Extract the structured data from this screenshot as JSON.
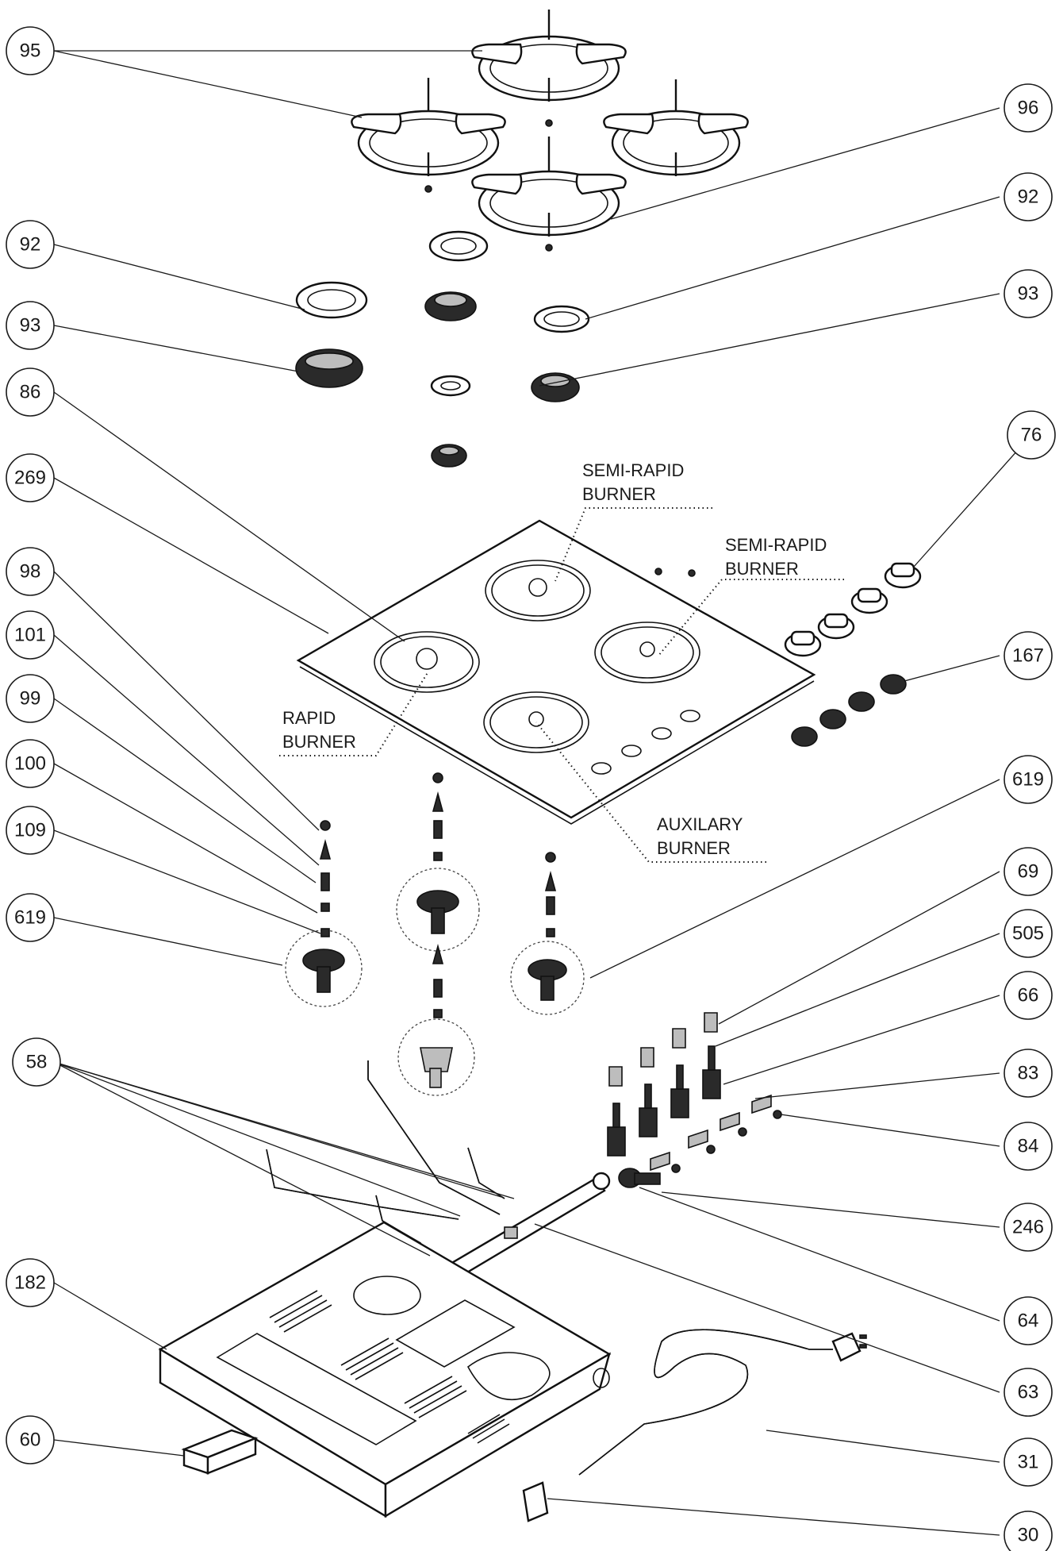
{
  "callouts": [
    {
      "id": "95a",
      "label": "95"
    },
    {
      "id": "96",
      "label": "96"
    },
    {
      "id": "92a",
      "label": "92"
    },
    {
      "id": "92b",
      "label": "92"
    },
    {
      "id": "93a",
      "label": "93"
    },
    {
      "id": "93b",
      "label": "93"
    },
    {
      "id": "86",
      "label": "86"
    },
    {
      "id": "269",
      "label": "269"
    },
    {
      "id": "76",
      "label": "76"
    },
    {
      "id": "98",
      "label": "98"
    },
    {
      "id": "101",
      "label": "101"
    },
    {
      "id": "99",
      "label": "99"
    },
    {
      "id": "167",
      "label": "167"
    },
    {
      "id": "100",
      "label": "100"
    },
    {
      "id": "619a",
      "label": "619"
    },
    {
      "id": "109",
      "label": "109"
    },
    {
      "id": "619b",
      "label": "619"
    },
    {
      "id": "69",
      "label": "69"
    },
    {
      "id": "505",
      "label": "505"
    },
    {
      "id": "66",
      "label": "66"
    },
    {
      "id": "58",
      "label": "58"
    },
    {
      "id": "83",
      "label": "83"
    },
    {
      "id": "84",
      "label": "84"
    },
    {
      "id": "246",
      "label": "246"
    },
    {
      "id": "182",
      "label": "182"
    },
    {
      "id": "64",
      "label": "64"
    },
    {
      "id": "63",
      "label": "63"
    },
    {
      "id": "60",
      "label": "60"
    },
    {
      "id": "31",
      "label": "31"
    },
    {
      "id": "30",
      "label": "30"
    }
  ],
  "burner_labels": {
    "semi_rapid_1": [
      "SEMI-RAPID",
      "BURNER"
    ],
    "semi_rapid_2": [
      "SEMI-RAPID",
      "BURNER"
    ],
    "rapid": [
      "RAPID",
      "BURNER"
    ],
    "auxiliary": [
      "AUXILARY",
      "BURNER"
    ]
  }
}
